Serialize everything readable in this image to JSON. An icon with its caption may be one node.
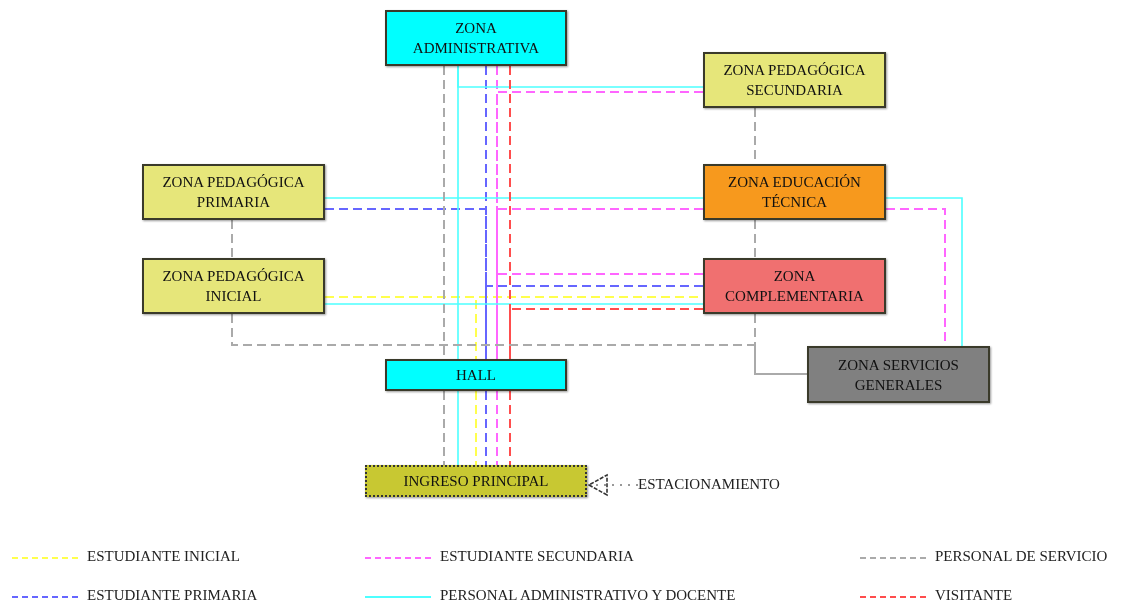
{
  "diagram": {
    "nodes": [
      {
        "text": [
          "ZONA ADMINISTRATIVA"
        ]
      },
      {
        "text": [
          "ZONA PEDAGÓGICA SECUNDARIA"
        ]
      },
      {
        "text": [
          "ZONA PEDAGÓGICA PRIMARIA"
        ]
      },
      {
        "text": [
          "ZONA EDUCACIÓN TÉCNICA"
        ]
      },
      {
        "text": [
          "ZONA PEDAGÓGICA INICIAL"
        ]
      },
      {
        "text": [
          "ZONA COMPLEMENTARIA"
        ]
      },
      {
        "text": [
          "ZONA SERVICIOS GENERALES"
        ]
      },
      {
        "text": [
          "HALL"
        ]
      },
      {
        "text": [
          "INGRESO PRINCIPAL"
        ]
      },
      {
        "text": [
          "ESTACIONAMIENTO"
        ]
      }
    ],
    "edges": [
      {
        "from": 4,
        "to": 5,
        "arrow": "none",
        "style": "dashed",
        "color": "#ffff4d"
      },
      {
        "from": 4,
        "to": 7,
        "arrow": "none",
        "style": "dashed",
        "color": "#ffff4d"
      },
      {
        "from": 7,
        "to": 8,
        "arrow": "none",
        "style": "dashed",
        "color": "#ffff4d"
      },
      {
        "from": 0,
        "to": 7,
        "arrow": "none",
        "style": "dashed",
        "color": "#6666ff"
      },
      {
        "from": 2,
        "to": 7,
        "arrow": "none",
        "style": "dashed",
        "color": "#6666ff"
      },
      {
        "from": 5,
        "to": 7,
        "arrow": "none",
        "style": "dashed",
        "color": "#6666ff"
      },
      {
        "from": 7,
        "to": 8,
        "arrow": "none",
        "style": "dashed",
        "color": "#6666ff"
      },
      {
        "from": 0,
        "to": 7,
        "arrow": "none",
        "style": "dashed",
        "color": "#ff66ff"
      },
      {
        "from": 1,
        "to": 7,
        "arrow": "none",
        "style": "dashed",
        "color": "#ff66ff"
      },
      {
        "from": 3,
        "to": 7,
        "arrow": "none",
        "style": "dashed",
        "color": "#ff66ff"
      },
      {
        "from": 5,
        "to": 7,
        "arrow": "none",
        "style": "dashed",
        "color": "#ff66ff"
      },
      {
        "from": 3,
        "to": 6,
        "arrow": "none",
        "style": "dashed",
        "color": "#ff66ff"
      },
      {
        "from": 7,
        "to": 8,
        "arrow": "none",
        "style": "dashed",
        "color": "#ff66ff"
      },
      {
        "from": 0,
        "to": 7,
        "arrow": "none",
        "color": "#4dffff"
      },
      {
        "from": 0,
        "to": 1,
        "arrow": "none",
        "color": "#4dffff"
      },
      {
        "from": 2,
        "to": 3,
        "arrow": "none",
        "color": "#4dffff"
      },
      {
        "from": 4,
        "to": 5,
        "arrow": "none",
        "color": "#4dffff"
      },
      {
        "from": 3,
        "to": 6,
        "arrow": "none",
        "color": "#4dffff"
      },
      {
        "from": 7,
        "to": 8,
        "arrow": "none",
        "color": "#4dffff"
      },
      {
        "from": 0,
        "to": 7,
        "arrow": "none",
        "style": "dashed",
        "color": "#ff4d4d"
      },
      {
        "from": 5,
        "to": 7,
        "arrow": "none",
        "style": "dashed",
        "color": "#ff4d4d"
      },
      {
        "from": 7,
        "to": 8,
        "arrow": "none",
        "style": "dashed",
        "color": "#ff4d4d"
      },
      {
        "from": 0,
        "to": 7,
        "arrow": "none",
        "style": "dashed",
        "color": "#aaaaaa"
      },
      {
        "from": 7,
        "to": 8,
        "arrow": "none",
        "style": "dashed",
        "color": "#aaaaaa"
      },
      {
        "from": 1,
        "to": 3,
        "arrow": "none",
        "style": "dashed",
        "color": "#aaaaaa"
      },
      {
        "from": 3,
        "to": 5,
        "arrow": "none",
        "style": "dashed",
        "color": "#aaaaaa"
      },
      {
        "from": 5,
        "to": 6,
        "arrow": "none",
        "style": "dashed",
        "color": "#aaaaaa"
      },
      {
        "from": 2,
        "to": 4,
        "arrow": "none",
        "style": "dashed",
        "color": "#aaaaaa"
      },
      {
        "from": 4,
        "to": 6,
        "arrow": "none",
        "style": "dashed",
        "color": "#aaaaaa"
      },
      {
        "from": 9,
        "to": 8,
        "arrow": "to",
        "style": "dashed",
        "color": "#333333"
      }
    ],
    "legend": [
      {
        "text": "ESTUDIANTE INICIAL",
        "color": "#ffff4d"
      },
      {
        "text": "ESTUDIANTE SECUNDARIA",
        "color": "#ff66ff"
      },
      {
        "text": "PERSONAL DE SERVICIO",
        "color": "#aaaaaa"
      },
      {
        "text": "ESTUDIANTE PRIMARIA",
        "color": "#6666ff"
      },
      {
        "text": "PERSONAL ADMINISTRATIVO Y DOCENTE",
        "color": "#4dffff"
      },
      {
        "text": "VISITANTE",
        "color": "#ff4d4d"
      }
    ]
  }
}
